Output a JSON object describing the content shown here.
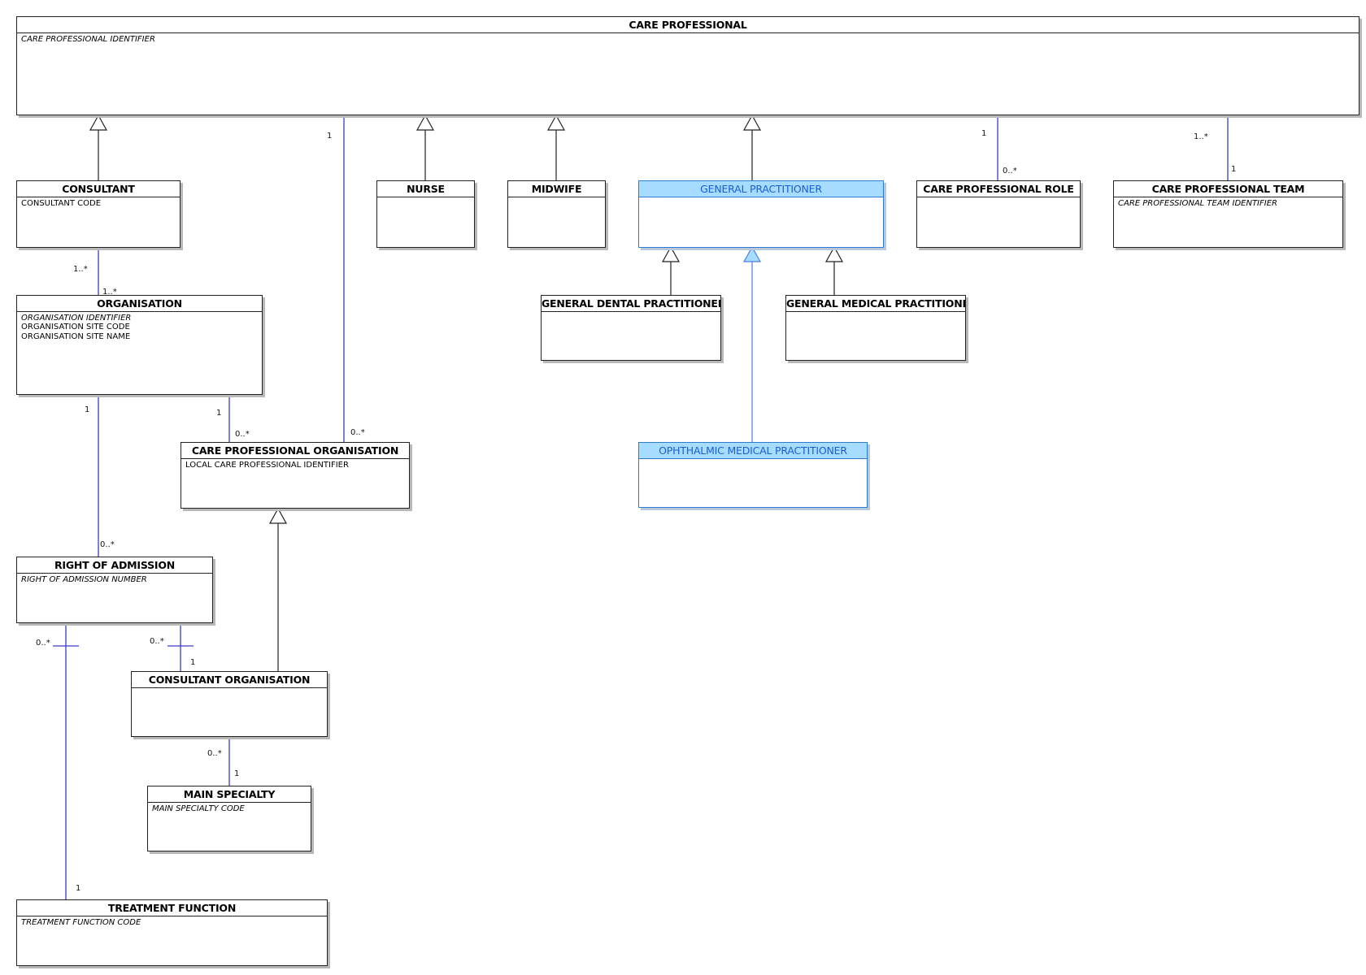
{
  "classes": {
    "care_professional": {
      "title": "CARE PROFESSIONAL",
      "attrs": [
        "CARE PROFESSIONAL IDENTIFIER"
      ]
    },
    "consultant": {
      "title": "CONSULTANT",
      "attrs": [
        "CONSULTANT CODE"
      ]
    },
    "nurse": {
      "title": "NURSE",
      "attrs": []
    },
    "midwife": {
      "title": "MIDWIFE",
      "attrs": []
    },
    "general_practitioner": {
      "title": "GENERAL PRACTITIONER",
      "attrs": []
    },
    "care_professional_role": {
      "title": "CARE PROFESSIONAL ROLE",
      "attrs": []
    },
    "care_professional_team": {
      "title": "CARE PROFESSIONAL TEAM",
      "attrs": [
        "CARE PROFESSIONAL TEAM IDENTIFIER"
      ]
    },
    "organisation": {
      "title": "ORGANISATION",
      "attrs": [
        "ORGANISATION IDENTIFIER",
        "ORGANISATION SITE CODE",
        "ORGANISATION SITE NAME"
      ]
    },
    "general_dental_practitioner": {
      "title": "GENERAL DENTAL PRACTITIONER",
      "attrs": []
    },
    "general_medical_practitioner": {
      "title": "GENERAL MEDICAL PRACTITIONER",
      "attrs": []
    },
    "care_professional_organisation": {
      "title": "CARE PROFESSIONAL ORGANISATION",
      "attrs": [
        "LOCAL CARE PROFESSIONAL IDENTIFIER"
      ]
    },
    "ophthalmic_medical_practitioner": {
      "title": "OPHTHALMIC MEDICAL PRACTITIONER",
      "attrs": []
    },
    "right_of_admission": {
      "title": "RIGHT OF ADMISSION",
      "attrs": [
        "RIGHT OF ADMISSION NUMBER"
      ]
    },
    "consultant_organisation": {
      "title": "CONSULTANT ORGANISATION",
      "attrs": []
    },
    "main_specialty": {
      "title": "MAIN SPECIALTY",
      "attrs": [
        "MAIN SPECIALTY CODE"
      ]
    },
    "treatment_function": {
      "title": "TREATMENT FUNCTION",
      "attrs": [
        "TREATMENT FUNCTION CODE"
      ]
    }
  },
  "multiplicities": {
    "cp_cpo_top": "1",
    "cp_role_top": "1",
    "cp_role_bottom": "0..*",
    "cp_team_top": "1..*",
    "cp_team_bottom": "1",
    "consultant_org_top": "1..*",
    "consultant_org_bottom": "1..*",
    "org_roa_top": "1",
    "org_roa_bottom": "0..*",
    "org_cpo_top": "1",
    "org_cpo_bottom": "0..*",
    "cp_cpo_bottom": "0..*",
    "roa_co_top": "0..*",
    "roa_co_bottom": "1",
    "roa_tf_top": "0..*",
    "roa_tf_bottom": "1",
    "co_ms_top": "0..*",
    "co_ms_bottom": "1"
  },
  "colors": {
    "association": "#3a3acc",
    "highlight_fill": "#a6dcff",
    "highlight_text": "#1a5fd6"
  }
}
